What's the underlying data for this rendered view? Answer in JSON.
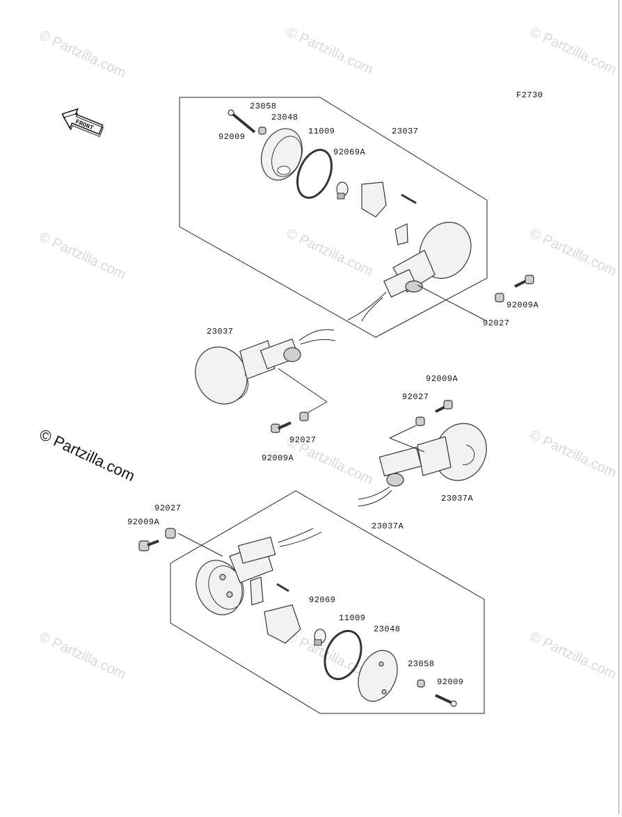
{
  "figure_code": "F2730",
  "front_arrow": {
    "label": "FRONT",
    "icon": "front-arrow-icon"
  },
  "watermark": {
    "text": "© Partzilla.com"
  },
  "upper_group": {
    "labels": [
      "23058",
      "23048",
      "92009",
      "11009",
      "92069A",
      "23037",
      "92027",
      "92009A"
    ]
  },
  "left_light": {
    "labels": [
      "23037",
      "92009A",
      "92027"
    ]
  },
  "right_light": {
    "labels": [
      "92009A",
      "92027",
      "23037A"
    ]
  },
  "lower_group": {
    "labels": [
      "92027",
      "92009A",
      "23037A",
      "92069",
      "11009",
      "23048",
      "23058",
      "92009"
    ]
  }
}
